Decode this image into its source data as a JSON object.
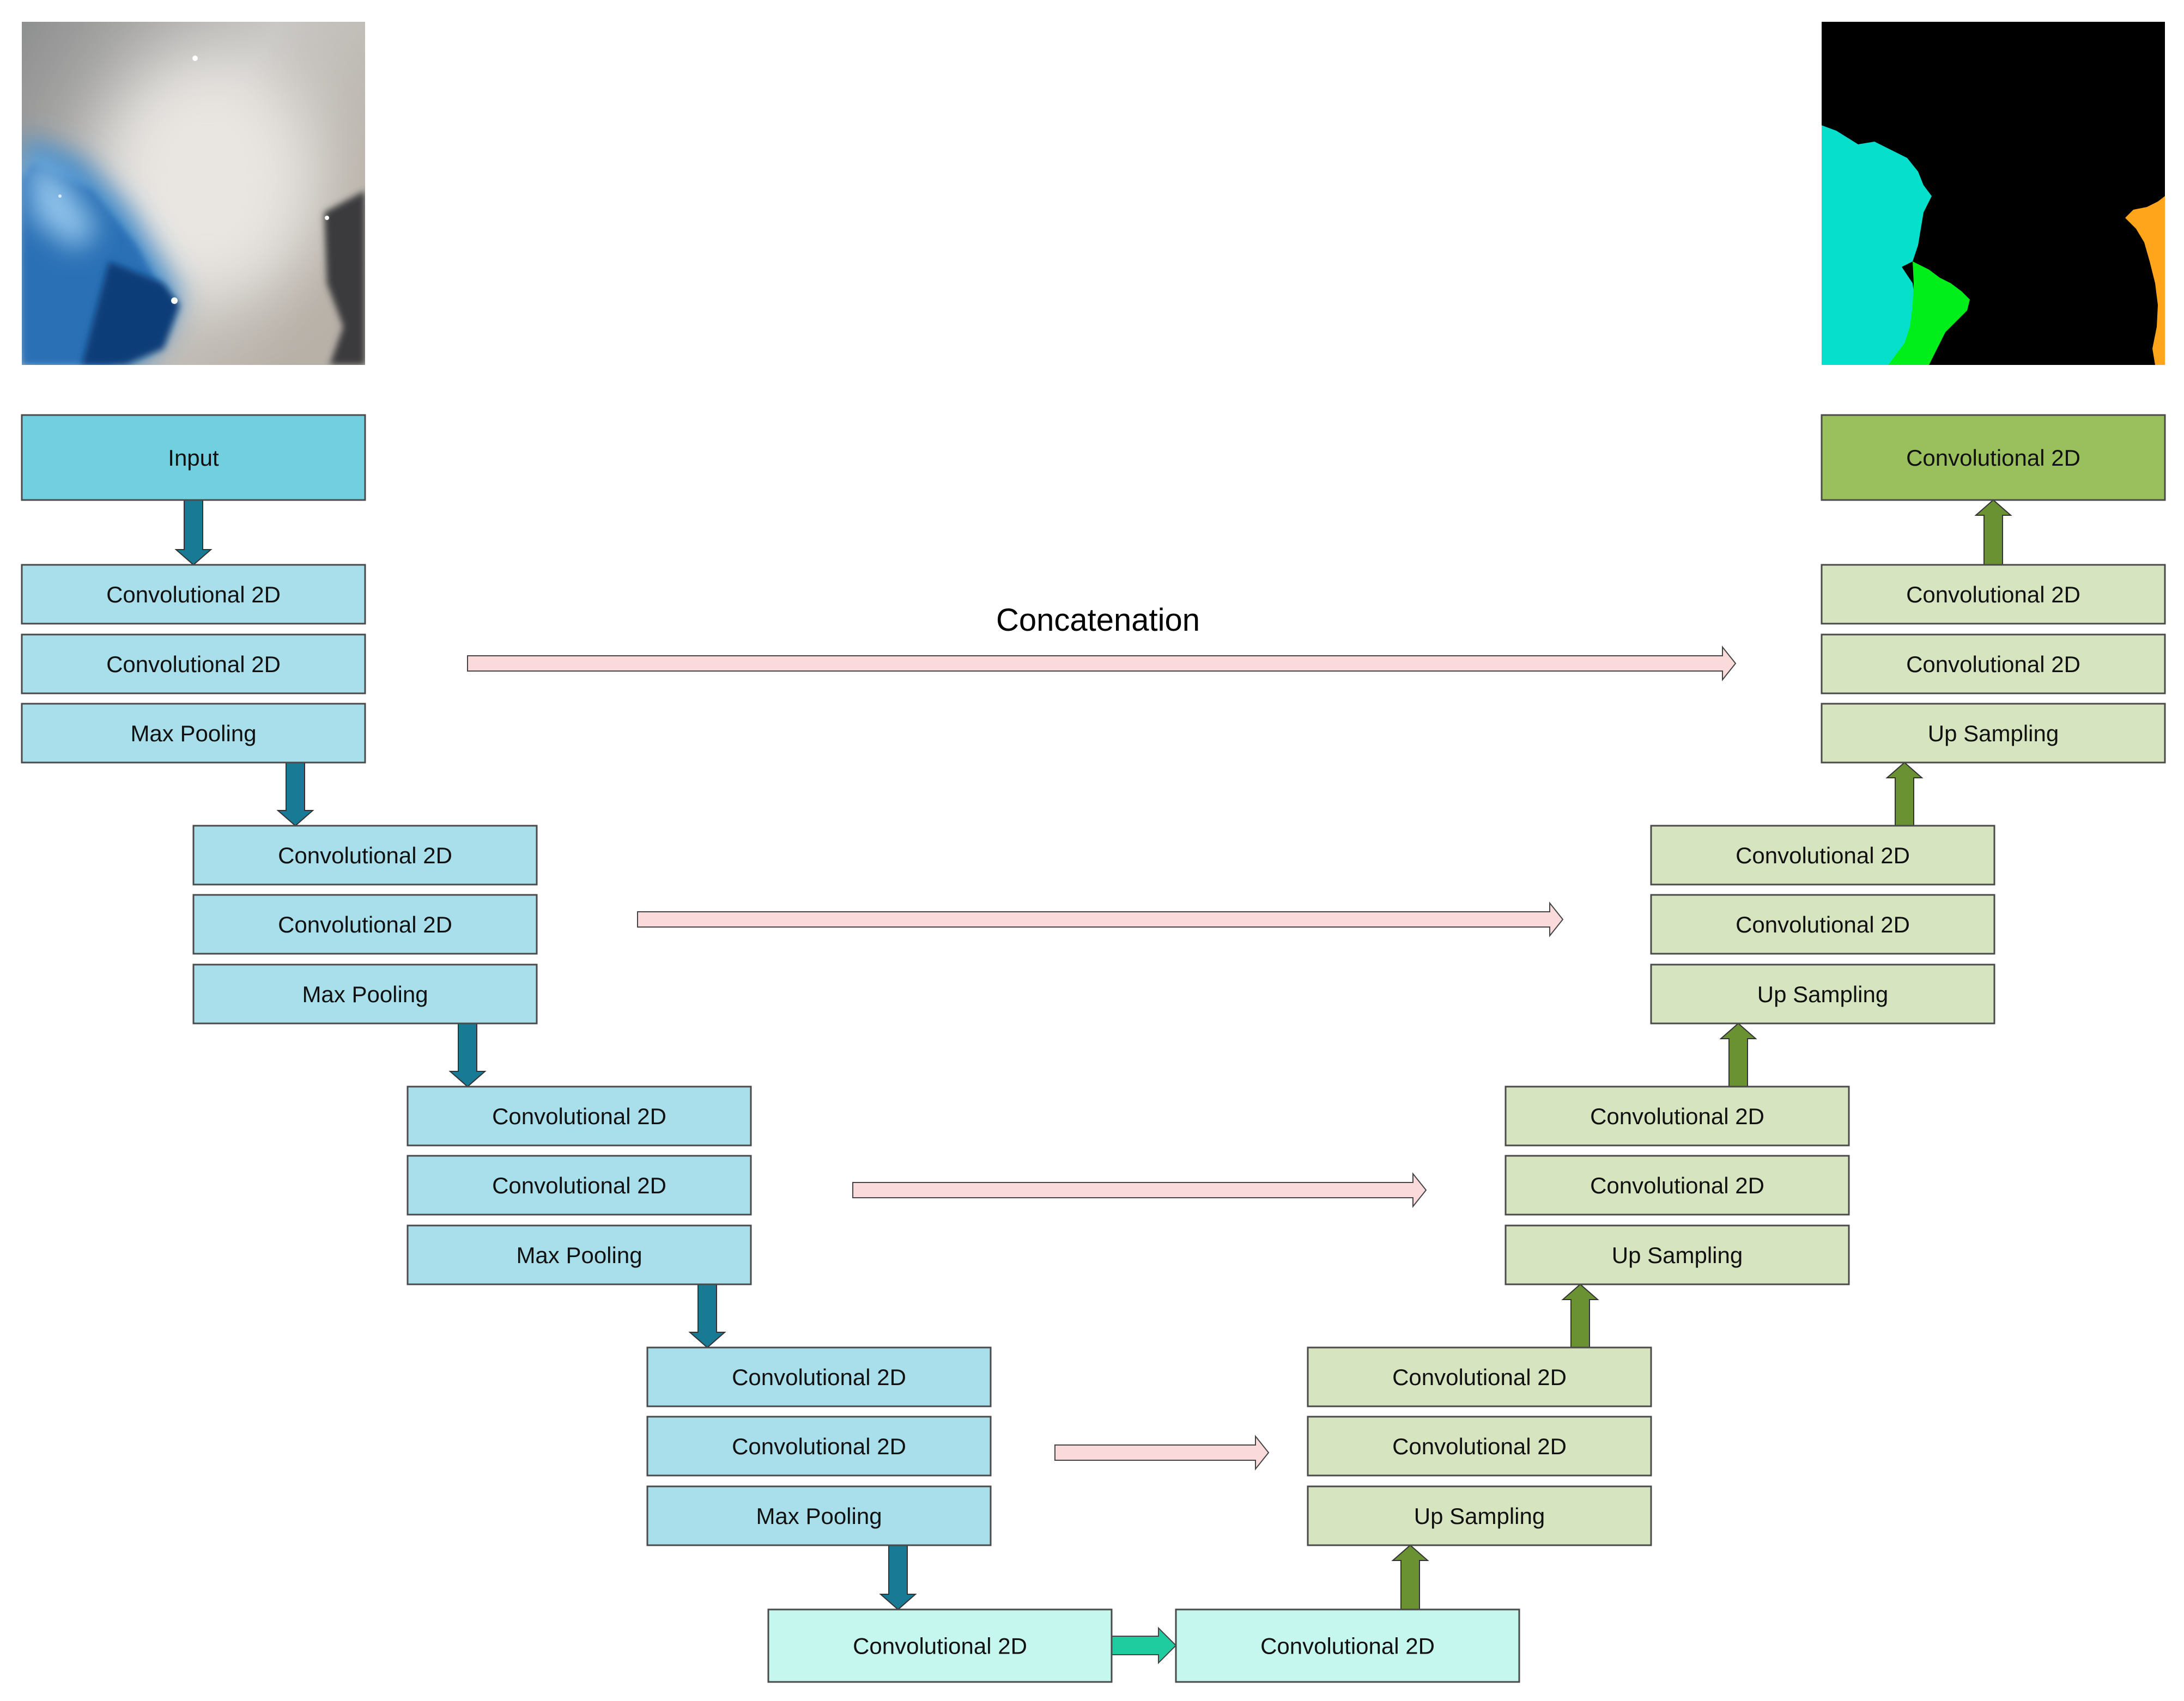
{
  "title": "Concatenation",
  "colors": {
    "input": "#71cfdf",
    "encoder": "#a8dfea",
    "encoder_arrow": "#197a95",
    "bottleneck": "#c5f7ee",
    "bottleneck_arrow": "#1fcca0",
    "decoder": "#d6e4bf",
    "decoder_output": "#9abf5d",
    "decoder_arrow": "#6a9233",
    "skip_arrow": "#fadada"
  },
  "images": {
    "input": "input-image-crack-photo",
    "output": "output-segmentation-mask"
  },
  "encoder": [
    {
      "name": "encoder-input",
      "label": "Input",
      "kind": "input"
    },
    {
      "name": "encoder-1-conv-a",
      "label": "Convolutional 2D"
    },
    {
      "name": "encoder-1-conv-b",
      "label": "Convolutional 2D"
    },
    {
      "name": "encoder-1-pool",
      "label": "Max Pooling"
    },
    {
      "name": "encoder-2-conv-a",
      "label": "Convolutional 2D"
    },
    {
      "name": "encoder-2-conv-b",
      "label": "Convolutional 2D"
    },
    {
      "name": "encoder-2-pool",
      "label": "Max Pooling"
    },
    {
      "name": "encoder-3-conv-a",
      "label": "Convolutional 2D"
    },
    {
      "name": "encoder-3-conv-b",
      "label": "Convolutional 2D"
    },
    {
      "name": "encoder-3-pool",
      "label": "Max Pooling"
    },
    {
      "name": "encoder-4-conv-a",
      "label": "Convolutional 2D"
    },
    {
      "name": "encoder-4-conv-b",
      "label": "Convolutional 2D"
    },
    {
      "name": "encoder-4-pool",
      "label": "Max Pooling"
    }
  ],
  "bottleneck": [
    {
      "name": "bottleneck-conv-a",
      "label": "Convolutional 2D"
    },
    {
      "name": "bottleneck-conv-b",
      "label": "Convolutional 2D"
    }
  ],
  "decoder": [
    {
      "name": "decoder-output",
      "label": "Convolutional 2D",
      "kind": "output"
    },
    {
      "name": "decoder-1-conv-a",
      "label": "Convolutional 2D"
    },
    {
      "name": "decoder-1-conv-b",
      "label": "Convolutional 2D"
    },
    {
      "name": "decoder-1-upsample",
      "label": "Up Sampling"
    },
    {
      "name": "decoder-2-conv-a",
      "label": "Convolutional 2D"
    },
    {
      "name": "decoder-2-conv-b",
      "label": "Convolutional 2D"
    },
    {
      "name": "decoder-2-upsample",
      "label": "Up Sampling"
    },
    {
      "name": "decoder-3-conv-a",
      "label": "Convolutional 2D"
    },
    {
      "name": "decoder-3-conv-b",
      "label": "Convolutional 2D"
    },
    {
      "name": "decoder-3-upsample",
      "label": "Up Sampling"
    },
    {
      "name": "decoder-4-conv-a",
      "label": "Convolutional 2D"
    },
    {
      "name": "decoder-4-conv-b",
      "label": "Convolutional 2D"
    },
    {
      "name": "decoder-4-upsample",
      "label": "Up Sampling"
    }
  ]
}
